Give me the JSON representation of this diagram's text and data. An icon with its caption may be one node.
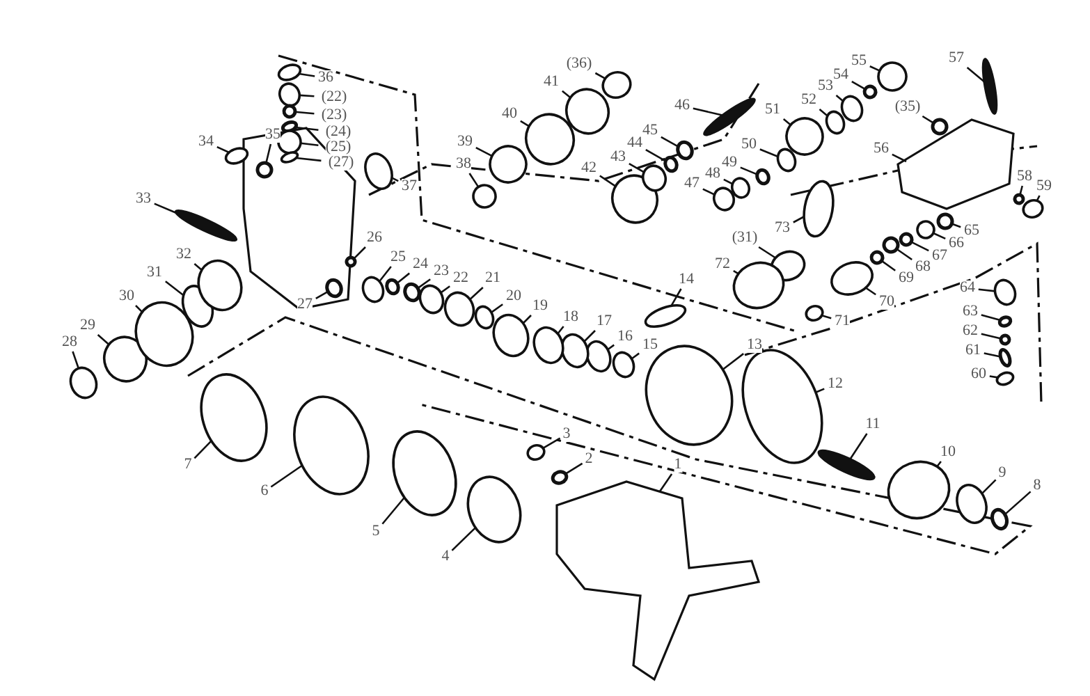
{
  "diagram": {
    "nodes": [
      {
        "text": [
          "1"
        ]
      },
      {
        "text": [
          "2"
        ]
      },
      {
        "text": [
          "3"
        ]
      },
      {
        "text": [
          "4"
        ]
      },
      {
        "text": [
          "5"
        ]
      },
      {
        "text": [
          "6"
        ]
      },
      {
        "text": [
          "7"
        ]
      },
      {
        "text": [
          "8"
        ]
      },
      {
        "text": [
          "9"
        ]
      },
      {
        "text": [
          "10"
        ]
      },
      {
        "text": [
          "11"
        ]
      },
      {
        "text": [
          "12"
        ]
      },
      {
        "text": [
          "13"
        ]
      },
      {
        "text": [
          "14"
        ]
      },
      {
        "text": [
          "15"
        ]
      },
      {
        "text": [
          "16"
        ]
      },
      {
        "text": [
          "17"
        ]
      },
      {
        "text": [
          "18"
        ]
      },
      {
        "text": [
          "19"
        ]
      },
      {
        "text": [
          "20"
        ]
      },
      {
        "text": [
          "21"
        ]
      },
      {
        "text": [
          "22"
        ]
      },
      {
        "text": [
          "23"
        ]
      },
      {
        "text": [
          "24"
        ]
      },
      {
        "text": [
          "25"
        ]
      },
      {
        "text": [
          "26"
        ]
      },
      {
        "text": [
          "27"
        ]
      },
      {
        "text": [
          "28"
        ]
      },
      {
        "text": [
          "29"
        ]
      },
      {
        "text": [
          "30"
        ]
      },
      {
        "text": [
          "31"
        ]
      },
      {
        "text": [
          "32"
        ]
      },
      {
        "text": [
          "33"
        ]
      },
      {
        "text": [
          "34"
        ]
      },
      {
        "text": [
          "35"
        ]
      },
      {
        "text": [
          "36"
        ]
      },
      {
        "text": [
          "(22)"
        ]
      },
      {
        "text": [
          "(23)"
        ]
      },
      {
        "text": [
          "(24)"
        ]
      },
      {
        "text": [
          "(25)"
        ]
      },
      {
        "text": [
          "(27)"
        ]
      },
      {
        "text": [
          "37"
        ]
      },
      {
        "text": [
          "38"
        ]
      },
      {
        "text": [
          "39"
        ]
      },
      {
        "text": [
          "40"
        ]
      },
      {
        "text": [
          "41"
        ]
      },
      {
        "text": [
          "(36)"
        ]
      },
      {
        "text": [
          "42"
        ]
      },
      {
        "text": [
          "43"
        ]
      },
      {
        "text": [
          "44"
        ]
      },
      {
        "text": [
          "45"
        ]
      },
      {
        "text": [
          "46"
        ]
      },
      {
        "text": [
          "47"
        ]
      },
      {
        "text": [
          "48"
        ]
      },
      {
        "text": [
          "49"
        ]
      },
      {
        "text": [
          "50"
        ]
      },
      {
        "text": [
          "51"
        ]
      },
      {
        "text": [
          "52"
        ]
      },
      {
        "text": [
          "53"
        ]
      },
      {
        "text": [
          "54"
        ]
      },
      {
        "text": [
          "55"
        ]
      },
      {
        "text": [
          "57"
        ]
      },
      {
        "text": [
          "(35)"
        ]
      },
      {
        "text": [
          "56"
        ]
      },
      {
        "text": [
          "73"
        ]
      },
      {
        "text": [
          "58"
        ]
      },
      {
        "text": [
          "59"
        ]
      },
      {
        "text": [
          "65"
        ]
      },
      {
        "text": [
          "66"
        ]
      },
      {
        "text": [
          "67"
        ]
      },
      {
        "text": [
          "68"
        ]
      },
      {
        "text": [
          "69"
        ]
      },
      {
        "text": [
          "70"
        ]
      },
      {
        "text": [
          "71"
        ]
      },
      {
        "text": [
          "(31)"
        ]
      },
      {
        "text": [
          "72"
        ]
      },
      {
        "text": [
          "64"
        ]
      },
      {
        "text": [
          "63"
        ]
      },
      {
        "text": [
          "62"
        ]
      },
      {
        "text": [
          "61"
        ]
      },
      {
        "text": [
          "60"
        ]
      },
      {
        "text": [],
        "shape": "box"
      },
      {
        "text": [],
        "shape": "circle"
      },
      {
        "text": [],
        "shape": "circle"
      },
      {
        "text": [],
        "shape": "circle"
      },
      {
        "text": [],
        "shape": "circle"
      },
      {
        "text": [],
        "shape": "circle"
      },
      {
        "text": [],
        "shape": "circle"
      },
      {
        "text": [],
        "shape": "circle"
      },
      {
        "text": [],
        "shape": "circle"
      },
      {
        "text": [],
        "shape": "circle"
      },
      {
        "text": [],
        "shape": "bar"
      },
      {
        "text": [],
        "shape": "circle"
      },
      {
        "text": [],
        "shape": "circle"
      },
      {
        "text": [],
        "shape": "circle"
      },
      {
        "text": [],
        "shape": "circle"
      },
      {
        "text": [],
        "shape": "circle"
      },
      {
        "text": [],
        "shape": "circle"
      },
      {
        "text": [],
        "shape": "circle"
      },
      {
        "text": [],
        "shape": "circle"
      },
      {
        "text": [],
        "shape": "circle"
      },
      {
        "text": [],
        "shape": "circle"
      },
      {
        "text": [],
        "shape": "circle"
      },
      {
        "text": [],
        "shape": "circle"
      },
      {
        "text": [],
        "shape": "circle"
      },
      {
        "text": [],
        "shape": "circle"
      },
      {
        "text": [],
        "shape": "circle"
      },
      {
        "text": [],
        "shape": "circle"
      },
      {
        "text": [],
        "shape": "circle"
      },
      {
        "text": [],
        "shape": "circle"
      },
      {
        "text": [],
        "shape": "circle"
      },
      {
        "text": [],
        "shape": "circle"
      },
      {
        "text": [],
        "shape": "circle"
      },
      {
        "text": [],
        "shape": "bar"
      },
      {
        "text": [],
        "shape": "circle"
      },
      {
        "text": [],
        "shape": "circle"
      },
      {
        "text": [],
        "shape": "circle"
      },
      {
        "text": [],
        "shape": "circle"
      },
      {
        "text": [],
        "shape": "circle"
      },
      {
        "text": [],
        "shape": "circle"
      },
      {
        "text": [],
        "shape": "circle"
      },
      {
        "text": [],
        "shape": "circle"
      },
      {
        "text": [],
        "shape": "circle"
      },
      {
        "text": [],
        "shape": "circle"
      },
      {
        "text": [],
        "shape": "circle"
      },
      {
        "text": [],
        "shape": "circle"
      },
      {
        "text": [],
        "shape": "circle"
      },
      {
        "text": [],
        "shape": "circle"
      },
      {
        "text": [],
        "shape": "circle"
      },
      {
        "text": [],
        "shape": "circle"
      },
      {
        "text": [],
        "shape": "circle"
      },
      {
        "text": [],
        "shape": "circle"
      },
      {
        "text": [],
        "shape": "bar"
      },
      {
        "text": [],
        "shape": "circle"
      },
      {
        "text": [],
        "shape": "circle"
      },
      {
        "text": [],
        "shape": "circle"
      },
      {
        "text": [],
        "shape": "circle"
      },
      {
        "text": [],
        "shape": "circle"
      },
      {
        "text": [],
        "shape": "circle"
      },
      {
        "text": [],
        "shape": "circle"
      },
      {
        "text": [],
        "shape": "circle"
      },
      {
        "text": [],
        "shape": "circle"
      },
      {
        "text": [],
        "shape": "bar"
      },
      {
        "text": [],
        "shape": "circle"
      },
      {
        "text": [],
        "shape": "box"
      },
      {
        "text": [],
        "shape": "circle"
      },
      {
        "text": [],
        "shape": "circle"
      },
      {
        "text": [],
        "shape": "circle"
      },
      {
        "text": [],
        "shape": "circle"
      },
      {
        "text": [],
        "shape": "circle"
      },
      {
        "text": [],
        "shape": "circle"
      },
      {
        "text": [],
        "shape": "circle"
      },
      {
        "text": [],
        "shape": "circle"
      },
      {
        "text": [],
        "shape": "circle"
      },
      {
        "text": [],
        "shape": "circle"
      },
      {
        "text": [],
        "shape": "circle"
      },
      {
        "text": [],
        "shape": "circle"
      },
      {
        "text": [],
        "shape": "circle"
      },
      {
        "text": [],
        "shape": "circle"
      },
      {
        "text": [],
        "shape": "circle"
      },
      {
        "text": [],
        "shape": "circle"
      },
      {
        "text": [],
        "shape": "circle"
      }
    ],
    "edges": [
      {
        "from": 0,
        "to": 81,
        "arrow": "none"
      },
      {
        "from": 1,
        "to": 82,
        "arrow": "none"
      },
      {
        "from": 2,
        "to": 83,
        "arrow": "none"
      },
      {
        "from": 3,
        "to": 84,
        "arrow": "none"
      },
      {
        "from": 4,
        "to": 85,
        "arrow": "none"
      },
      {
        "from": 5,
        "to": 86,
        "arrow": "none"
      },
      {
        "from": 6,
        "to": 87,
        "arrow": "none"
      },
      {
        "from": 7,
        "to": 88,
        "arrow": "none"
      },
      {
        "from": 8,
        "to": 89,
        "arrow": "none"
      },
      {
        "from": 9,
        "to": 90,
        "arrow": "none"
      },
      {
        "from": 10,
        "to": 91,
        "arrow": "none"
      },
      {
        "from": 11,
        "to": 92,
        "arrow": "none"
      },
      {
        "from": 12,
        "to": 93,
        "arrow": "none"
      },
      {
        "from": 13,
        "to": 94,
        "arrow": "none"
      },
      {
        "from": 14,
        "to": 95,
        "arrow": "none"
      },
      {
        "from": 15,
        "to": 96,
        "arrow": "none"
      },
      {
        "from": 16,
        "to": 97,
        "arrow": "none"
      },
      {
        "from": 17,
        "to": 98,
        "arrow": "none"
      },
      {
        "from": 18,
        "to": 99,
        "arrow": "none"
      },
      {
        "from": 19,
        "to": 100,
        "arrow": "none"
      },
      {
        "from": 20,
        "to": 101,
        "arrow": "none"
      },
      {
        "from": 21,
        "to": 102,
        "arrow": "none"
      },
      {
        "from": 22,
        "to": 103,
        "arrow": "none"
      },
      {
        "from": 23,
        "to": 104,
        "arrow": "none"
      },
      {
        "from": 24,
        "to": 105,
        "arrow": "none"
      },
      {
        "from": 25,
        "to": 106,
        "arrow": "none"
      },
      {
        "from": 26,
        "to": 107,
        "arrow": "none"
      },
      {
        "from": 27,
        "to": 108,
        "arrow": "none"
      },
      {
        "from": 28,
        "to": 109,
        "arrow": "none"
      },
      {
        "from": 29,
        "to": 110,
        "arrow": "none"
      },
      {
        "from": 30,
        "to": 111,
        "arrow": "none"
      },
      {
        "from": 31,
        "to": 112,
        "arrow": "none"
      },
      {
        "from": 32,
        "to": 113,
        "arrow": "none"
      },
      {
        "from": 33,
        "to": 114,
        "arrow": "none"
      },
      {
        "from": 34,
        "to": 115,
        "arrow": "none"
      },
      {
        "from": 35,
        "to": 116,
        "arrow": "none"
      },
      {
        "from": 36,
        "to": 117,
        "arrow": "none"
      },
      {
        "from": 37,
        "to": 118,
        "arrow": "none"
      },
      {
        "from": 38,
        "to": 119,
        "arrow": "none"
      },
      {
        "from": 39,
        "to": 120,
        "arrow": "none"
      },
      {
        "from": 40,
        "to": 121,
        "arrow": "none"
      },
      {
        "from": 41,
        "to": 122,
        "arrow": "none"
      },
      {
        "from": 42,
        "to": 123,
        "arrow": "none"
      },
      {
        "from": 43,
        "to": 124,
        "arrow": "none"
      },
      {
        "from": 44,
        "to": 125,
        "arrow": "none"
      },
      {
        "from": 45,
        "to": 126,
        "arrow": "none"
      },
      {
        "from": 46,
        "to": 127,
        "arrow": "none"
      },
      {
        "from": 47,
        "to": 128,
        "arrow": "none"
      },
      {
        "from": 48,
        "to": 129,
        "arrow": "none"
      },
      {
        "from": 49,
        "to": 130,
        "arrow": "none"
      },
      {
        "from": 50,
        "to": 131,
        "arrow": "none"
      },
      {
        "from": 51,
        "to": 132,
        "arrow": "none"
      },
      {
        "from": 52,
        "to": 133,
        "arrow": "none"
      },
      {
        "from": 53,
        "to": 134,
        "arrow": "none"
      },
      {
        "from": 54,
        "to": 135,
        "arrow": "none"
      },
      {
        "from": 55,
        "to": 136,
        "arrow": "none"
      },
      {
        "from": 56,
        "to": 137,
        "arrow": "none"
      },
      {
        "from": 57,
        "to": 138,
        "arrow": "none"
      },
      {
        "from": 58,
        "to": 139,
        "arrow": "none"
      },
      {
        "from": 59,
        "to": 140,
        "arrow": "none"
      },
      {
        "from": 60,
        "to": 141,
        "arrow": "none"
      },
      {
        "from": 61,
        "to": 142,
        "arrow": "none"
      },
      {
        "from": 62,
        "to": 143,
        "arrow": "none"
      },
      {
        "from": 63,
        "to": 144,
        "arrow": "none"
      },
      {
        "from": 64,
        "to": 145,
        "arrow": "none"
      },
      {
        "from": 65,
        "to": 146,
        "arrow": "none"
      },
      {
        "from": 66,
        "to": 147,
        "arrow": "none"
      },
      {
        "from": 67,
        "to": 148,
        "arrow": "none"
      },
      {
        "from": 68,
        "to": 149,
        "arrow": "none"
      },
      {
        "from": 69,
        "to": 150,
        "arrow": "none"
      },
      {
        "from": 70,
        "to": 151,
        "arrow": "none"
      },
      {
        "from": 71,
        "to": 152,
        "arrow": "none"
      },
      {
        "from": 72,
        "to": 153,
        "arrow": "none"
      },
      {
        "from": 73,
        "to": 154,
        "arrow": "none"
      },
      {
        "from": 74,
        "to": 155,
        "arrow": "none"
      },
      {
        "from": 75,
        "to": 156,
        "arrow": "none"
      },
      {
        "from": 76,
        "to": 157,
        "arrow": "none"
      },
      {
        "from": 77,
        "to": 158,
        "arrow": "none"
      },
      {
        "from": 78,
        "to": 159,
        "arrow": "none"
      },
      {
        "from": 79,
        "to": 160,
        "arrow": "none"
      },
      {
        "from": 80,
        "to": 161,
        "arrow": "none"
      }
    ]
  }
}
